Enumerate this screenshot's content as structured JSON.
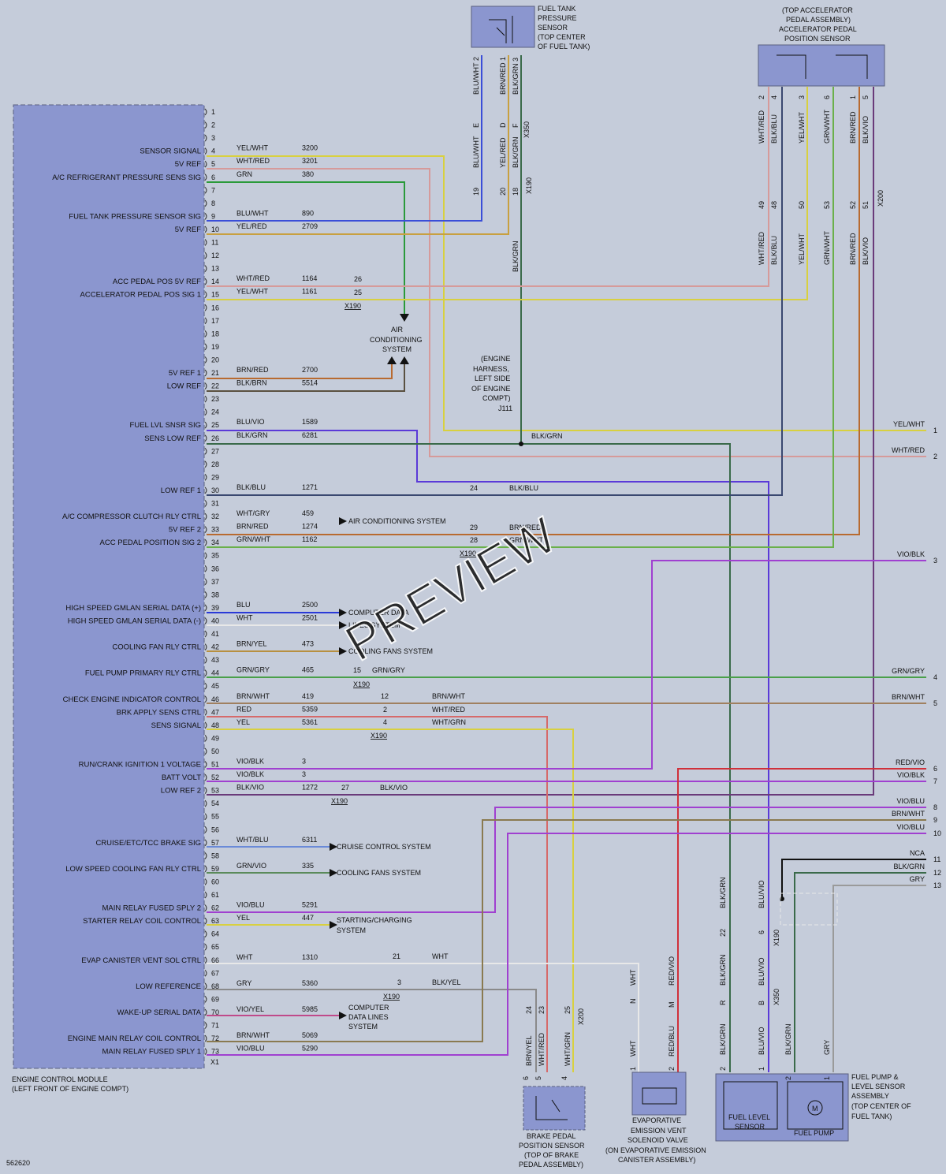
{
  "ecm": {
    "title_line1": "ENGINE CONTROL MODULE",
    "title_line2": "(LEFT FRONT OF ENGINE COMPT)",
    "last_pin": "X1"
  },
  "diagram_id": "562620",
  "watermark": "PREVIEW",
  "connectors": {
    "x190": "X190",
    "x350": "X350",
    "x200": "X200",
    "j111": "J111"
  },
  "pins": [
    {
      "pin": "1"
    },
    {
      "pin": "2"
    },
    {
      "pin": "3"
    },
    {
      "pin": "4",
      "label": "SENSOR SIGNAL",
      "color": "YEL/WHT",
      "circuit": "3200"
    },
    {
      "pin": "5",
      "label": "5V REF",
      "color": "WHT/RED",
      "circuit": "3201"
    },
    {
      "pin": "6",
      "label": "A/C REFRIGERANT PRESSURE SENS SIG",
      "color": "GRN",
      "circuit": "380"
    },
    {
      "pin": "7"
    },
    {
      "pin": "8"
    },
    {
      "pin": "9",
      "label": "FUEL TANK PRESSURE SENSOR SIG",
      "color": "BLU/WHT",
      "circuit": "890"
    },
    {
      "pin": "10",
      "label": "5V REF",
      "color": "YEL/RED",
      "circuit": "2709"
    },
    {
      "pin": "11"
    },
    {
      "pin": "12"
    },
    {
      "pin": "13"
    },
    {
      "pin": "14",
      "label": "ACC PEDAL POS 5V REF",
      "color": "WHT/RED",
      "circuit": "1164"
    },
    {
      "pin": "15",
      "label": "ACCELERATOR PEDAL POS SIG 1",
      "color": "YEL/WHT",
      "circuit": "1161"
    },
    {
      "pin": "16"
    },
    {
      "pin": "17"
    },
    {
      "pin": "18"
    },
    {
      "pin": "19"
    },
    {
      "pin": "20"
    },
    {
      "pin": "21",
      "label": "5V REF 1",
      "color": "BRN/RED",
      "circuit": "2700"
    },
    {
      "pin": "22",
      "label": "LOW REF",
      "color": "BLK/BRN",
      "circuit": "5514"
    },
    {
      "pin": "23"
    },
    {
      "pin": "24"
    },
    {
      "pin": "25",
      "label": "FUEL LVL SNSR SIG",
      "color": "BLU/VIO",
      "circuit": "1589"
    },
    {
      "pin": "26",
      "label": "SENS LOW REF",
      "color": "BLK/GRN",
      "circuit": "6281"
    },
    {
      "pin": "27"
    },
    {
      "pin": "28"
    },
    {
      "pin": "29"
    },
    {
      "pin": "30",
      "label": "LOW REF 1",
      "color": "BLK/BLU",
      "circuit": "1271"
    },
    {
      "pin": "31"
    },
    {
      "pin": "32",
      "label": "A/C COMPRESSOR CLUTCH RLY CTRL",
      "color": "WHT/GRY",
      "circuit": "459"
    },
    {
      "pin": "33",
      "label": "5V REF 2",
      "color": "BRN/RED",
      "circuit": "1274"
    },
    {
      "pin": "34",
      "label": "ACC PEDAL POSITION SIG 2",
      "color": "GRN/WHT",
      "circuit": "1162"
    },
    {
      "pin": "35"
    },
    {
      "pin": "36"
    },
    {
      "pin": "37"
    },
    {
      "pin": "38"
    },
    {
      "pin": "39",
      "label": "HIGH SPEED GMLAN SERIAL DATA (+)",
      "color": "BLU",
      "circuit": "2500"
    },
    {
      "pin": "40",
      "label": "HIGH SPEED GMLAN SERIAL DATA (-)",
      "color": "WHT",
      "circuit": "2501"
    },
    {
      "pin": "41"
    },
    {
      "pin": "42",
      "label": "COOLING FAN RLY CTRL",
      "color": "BRN/YEL",
      "circuit": "473"
    },
    {
      "pin": "43"
    },
    {
      "pin": "44",
      "label": "FUEL PUMP PRIMARY RLY CTRL",
      "color": "GRN/GRY",
      "circuit": "465"
    },
    {
      "pin": "45"
    },
    {
      "pin": "46",
      "label": "CHECK ENGINE INDICATOR CONTROL",
      "color": "BRN/WHT",
      "circuit": "419"
    },
    {
      "pin": "47",
      "label": "BRK APPLY SENS CTRL",
      "color": "RED",
      "circuit": "5359"
    },
    {
      "pin": "48",
      "label": "SENS SIGNAL",
      "color": "YEL",
      "circuit": "5361"
    },
    {
      "pin": "49"
    },
    {
      "pin": "50"
    },
    {
      "pin": "51",
      "label": "RUN/CRANK IGNITION 1 VOLTAGE",
      "color": "VIO/BLK",
      "circuit": "3"
    },
    {
      "pin": "52",
      "label": "BATT VOLT",
      "color": "VIO/BLK",
      "circuit": "3"
    },
    {
      "pin": "53",
      "label": "LOW REF 2",
      "color": "BLK/VIO",
      "circuit": "1272"
    },
    {
      "pin": "54"
    },
    {
      "pin": "55"
    },
    {
      "pin": "56"
    },
    {
      "pin": "57",
      "label": "CRUISE/ETC/TCC BRAKE SIG",
      "color": "WHT/BLU",
      "circuit": "6311"
    },
    {
      "pin": "58"
    },
    {
      "pin": "59",
      "label": "LOW SPEED COOLING FAN RLY CTRL",
      "color": "GRN/VIO",
      "circuit": "335"
    },
    {
      "pin": "60"
    },
    {
      "pin": "61"
    },
    {
      "pin": "62",
      "label": "MAIN RELAY FUSED SPLY 2",
      "color": "VIO/BLU",
      "circuit": "5291"
    },
    {
      "pin": "63",
      "label": "STARTER RELAY COIL CONTROL",
      "color": "YEL",
      "circuit": "447"
    },
    {
      "pin": "64"
    },
    {
      "pin": "65"
    },
    {
      "pin": "66",
      "label": "EVAP CANISTER VENT SOL CTRL",
      "color": "WHT",
      "circuit": "1310"
    },
    {
      "pin": "67"
    },
    {
      "pin": "68",
      "label": "LOW REFERENCE",
      "color": "GRY",
      "circuit": "5360"
    },
    {
      "pin": "69"
    },
    {
      "pin": "70",
      "label": "WAKE-UP SERIAL DATA",
      "color": "VIO/YEL",
      "circuit": "5985"
    },
    {
      "pin": "71"
    },
    {
      "pin": "72",
      "label": "ENGINE MAIN RELAY COIL CONTROL",
      "color": "BRN/WHT",
      "circuit": "5069"
    },
    {
      "pin": "73",
      "label": "MAIN RELAY FUSED SPLY 1",
      "color": "VIO/BLU",
      "circuit": "5290"
    }
  ],
  "destinations": {
    "ac_system_block": [
      "AIR",
      "CONDITIONING",
      "SYSTEM"
    ],
    "ac_system_inline": "AIR CONDITIONING SYSTEM",
    "computer_data_1": "COMPUTER DATA",
    "computer_data_2": "LINES SYSTEM",
    "cooling_fans": "COOLING FANS SYSTEM",
    "cruise_control": "CRUISE CONTROL SYSTEM",
    "cooling_fans_2": "COOLING FANS SYSTEM",
    "starting_1": "STARTING/CHARGING",
    "starting_2": "SYSTEM",
    "computer_data_lines": [
      "COMPUTER",
      "DATA LINES",
      "SYSTEM"
    ],
    "engine_harness": [
      "(ENGINE",
      "HARNESS,",
      "LEFT SIDE",
      "OF ENGINE",
      "COMPT)",
      "J111"
    ]
  },
  "fuel_tank_sensor": {
    "lines": [
      "FUEL TANK",
      "PRESSURE",
      "SENSOR",
      "(TOP CENTER",
      "OF FUEL TANK)"
    ],
    "pin_labels": [
      "BLU/WHT 2",
      "BRN/RED 1",
      "BLK/GRN 3"
    ],
    "harness_labels": [
      "BLU/WHT",
      "YEL/RED",
      "BLK/GRN"
    ],
    "x350_pins": [
      "E",
      "D",
      "F"
    ],
    "x190_pins": [
      "19",
      "20",
      "18"
    ],
    "down_label": "BLK/GRN"
  },
  "accel_pedal": {
    "lines": [
      "(TOP ACCELERATOR",
      "PEDAL ASSEMBLY)",
      "ACCELERATOR PEDAL",
      "POSITION SENSOR"
    ],
    "pins": [
      "2",
      "4",
      "3",
      "6",
      "1",
      "5"
    ],
    "colors_top": [
      "WHT/RED",
      "BLK/BLU",
      "YEL/WHT",
      "GRN/WHT",
      "BRN/RED",
      "BLK/VIO"
    ],
    "x200_pins": [
      "49",
      "48",
      "50",
      "53",
      "52",
      "51"
    ],
    "colors_bottom": [
      "WHT/RED",
      "BLK/BLU",
      "YEL/WHT",
      "GRN/WHT",
      "BRN/RED",
      "BLK/VIO"
    ]
  },
  "inline": {
    "x190_26": "26",
    "x190_25": "25",
    "j24": "24",
    "blkblu": "BLK/BLU",
    "j29": "29",
    "brnred": "BRN/RED",
    "j28": "28",
    "grnwht": "GRN/WHT",
    "blkgrn_j111": "BLK/GRN",
    "j15": "15",
    "grngry": "GRN/GRY",
    "j12": "12",
    "brnwht": "BRN/WHT",
    "j2": "2",
    "whtred": "WHT/RED",
    "j4": "4",
    "whtgrn": "WHT/GRN",
    "j27": "27",
    "blkvio": "BLK/VIO",
    "j21": "21",
    "wht": "WHT",
    "j3": "3",
    "blkyel": "BLK/YEL"
  },
  "right_side": [
    {
      "num": "1",
      "color": "YEL/WHT"
    },
    {
      "num": "2",
      "color": "WHT/RED"
    },
    {
      "num": "3",
      "color": "VIO/BLK"
    },
    {
      "num": "4",
      "color": "GRN/GRY"
    },
    {
      "num": "5",
      "color": "BRN/WHT"
    },
    {
      "num": "6",
      "color": "RED/VIO"
    },
    {
      "num": "7",
      "color": "VIO/BLK"
    },
    {
      "num": "8",
      "color": "VIO/BLU"
    },
    {
      "num": "9",
      "color": "BRN/WHT"
    },
    {
      "num": "10",
      "color": "VIO/BLU"
    },
    {
      "num": "11",
      "color": "NCA"
    },
    {
      "num": "12",
      "color": "BLK/GRN"
    },
    {
      "num": "13",
      "color": "GRY"
    }
  ],
  "brake_pedal": {
    "lines": [
      "BRAKE PEDAL",
      "POSITION SENSOR",
      "(TOP OF BRAKE",
      "PEDAL ASSEMBLY)"
    ],
    "wire_labels": [
      "BRN/YEL",
      "WHT/RED",
      "WHT/GRN"
    ],
    "x200_pins": [
      "24",
      "23",
      "25"
    ],
    "pins": [
      "6",
      "5",
      "4"
    ]
  },
  "evap": {
    "lines": [
      "EVAPORATIVE",
      "EMISSION VENT",
      "SOLENOID VALVE",
      "(ON EVAPORATIVE EMISSION",
      "CANISTER ASSEMBLY)"
    ],
    "upper_labels": [
      "WHT",
      "RED/VIO"
    ],
    "x350_pins": [
      "N",
      "M"
    ],
    "lower_labels": [
      "WHT",
      "RED/BLU"
    ],
    "pins": [
      "1",
      "2"
    ]
  },
  "fuel_pump": {
    "lines": [
      "FUEL PUMP &",
      "LEVEL SENSOR",
      "ASSEMBLY",
      "(TOP CENTER OF",
      "FUEL TANK)"
    ],
    "level_sensor": [
      "FUEL LEVEL",
      "SENSOR"
    ],
    "pump": "FUEL PUMP",
    "motor": "M",
    "upper_labels": [
      "BLK/GRN",
      "BLU/VIO"
    ],
    "x190_pins": [
      "22",
      "6"
    ],
    "x350_pins": [
      "R",
      "B"
    ],
    "lower_labels": [
      "BLK/GRN",
      "BLU/VIO",
      "BLK/GRN",
      "GRY"
    ],
    "pins": [
      "2",
      "1",
      "2",
      "1"
    ]
  }
}
